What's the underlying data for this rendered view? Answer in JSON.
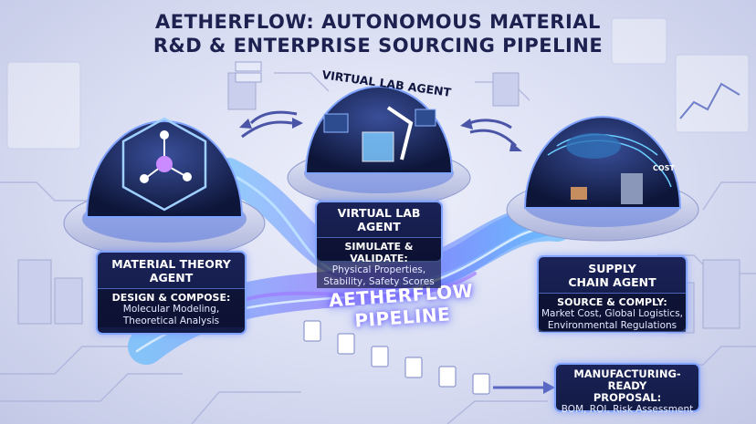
{
  "title": {
    "line1": "AETHERFLOW: AUTONOMOUS MATERIAL",
    "line2": "R&D & ENTERPRISE SOURCING PIPELINE"
  },
  "dome_label": "VIRTUAL LAB AGENT",
  "pipeline_label": {
    "line1": "AETHERFLOW",
    "line2": "PIPELINE"
  },
  "agents": {
    "material_theory": {
      "title_line1": "MATERIAL THEORY",
      "title_line2": "AGENT",
      "action": "DESIGN & COMPOSE:",
      "detail_line1": "Molecular Modeling,",
      "detail_line2": "Theoretical Analysis"
    },
    "virtual_lab": {
      "title": "VIRTUAL LAB AGENT",
      "action": "SIMULATE & VALIDATE:",
      "detail_line1": "Physical Properties,",
      "detail_line2": "Stability, Safety Scores"
    },
    "supply_chain": {
      "title_line1": "SUPPLY",
      "title_line2": "CHAIN AGENT",
      "action": "SOURCE & COMPLY:",
      "detail_line1": "Market Cost, Global Logistics,",
      "detail_line2": "Environmental Regulations"
    }
  },
  "output": {
    "title_line1": "MANUFACTURING-READY",
    "title_line2": "PROPOSAL:",
    "detail": "BOM, ROI, Risk Assessment"
  },
  "globe_tag": "COST",
  "colors": {
    "dark_navy": "#1c2150",
    "card_fill": "#1a2257",
    "card_border": "#7fa3ff",
    "stream_purple": "#7b5cff",
    "stream_blue": "#4fb4ff"
  }
}
